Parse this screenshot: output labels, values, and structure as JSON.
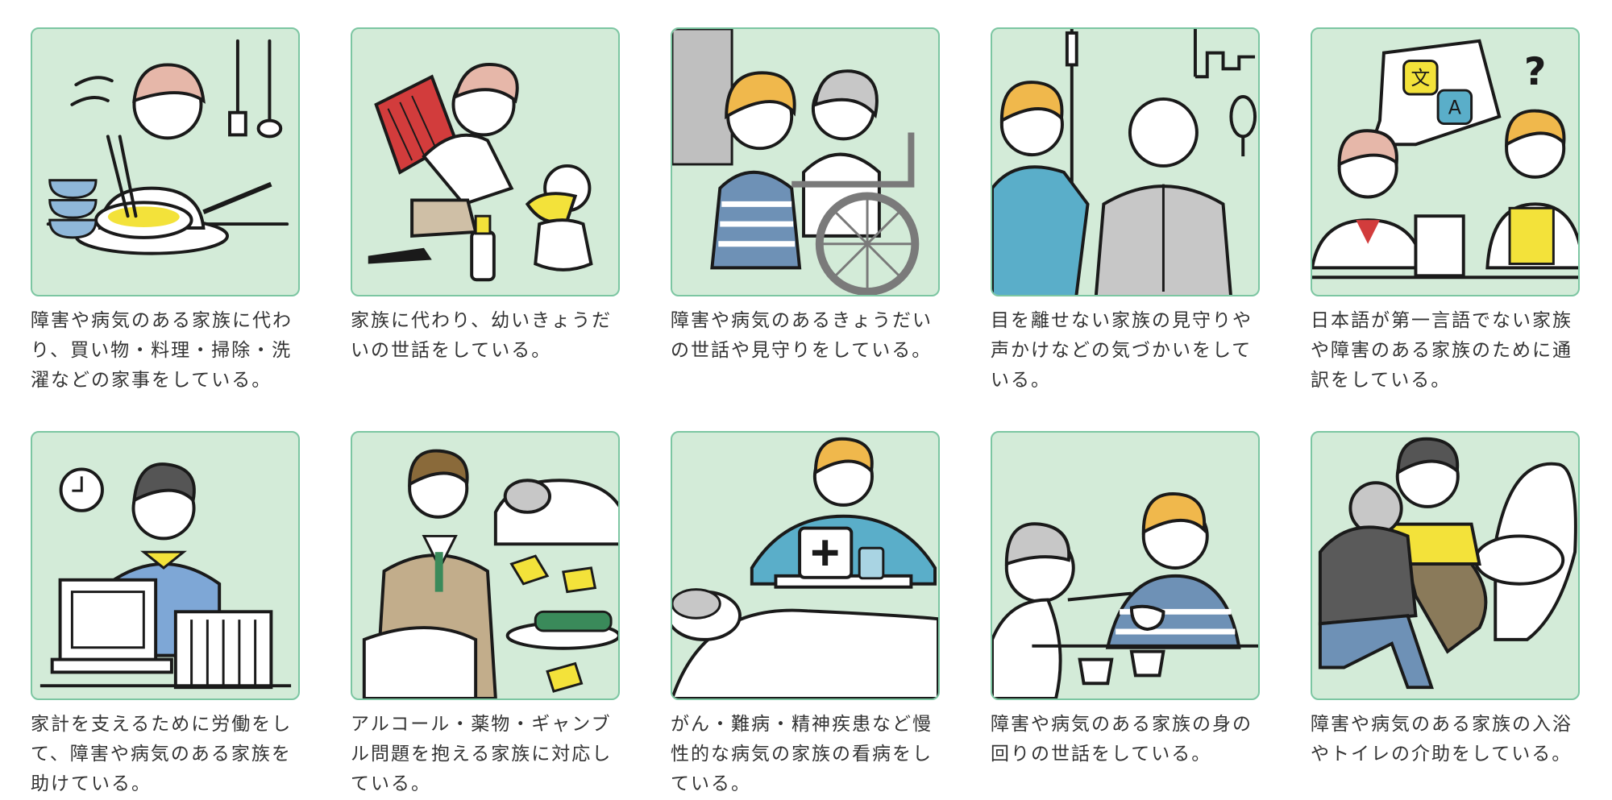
{
  "colors": {
    "panel_bg": "#d3ebd8",
    "panel_border": "#7cc6a2",
    "text": "#333333"
  },
  "items": [
    {
      "icon": "cooking-icon",
      "caption": "障害や病気のある家族に代わり、買い物・料理・掃除・洗濯などの家事をしている。"
    },
    {
      "icon": "childcare-icon",
      "caption": "家族に代わり、幼いきょうだいの世話をしている。"
    },
    {
      "icon": "sibling-care-icon",
      "caption": "障害や病気のあるきょうだいの世話や見守りをしている。"
    },
    {
      "icon": "watching-over-icon",
      "caption": "目を離せない家族の見守りや声かけなどの気づかいをしている。"
    },
    {
      "icon": "interpreting-icon",
      "caption": "日本語が第一言語でない家族や障害のある家族のために通訳をしている。"
    },
    {
      "icon": "working-icon",
      "caption": "家計を支えるために労働をして、障害や病気のある家族を助けている。"
    },
    {
      "icon": "addiction-support-icon",
      "caption": "アルコール・薬物・ギャンブル問題を抱える家族に対応している。"
    },
    {
      "icon": "nursing-icon",
      "caption": "がん・難病・精神疾患など慢性的な病気の家族の看病をしている。"
    },
    {
      "icon": "feeding-icon",
      "caption": "障害や病気のある家族の身の回りの世話をしている。"
    },
    {
      "icon": "toilet-assist-icon",
      "caption": "障害や病気のある家族の入浴やトイレの介助をしている。"
    }
  ]
}
